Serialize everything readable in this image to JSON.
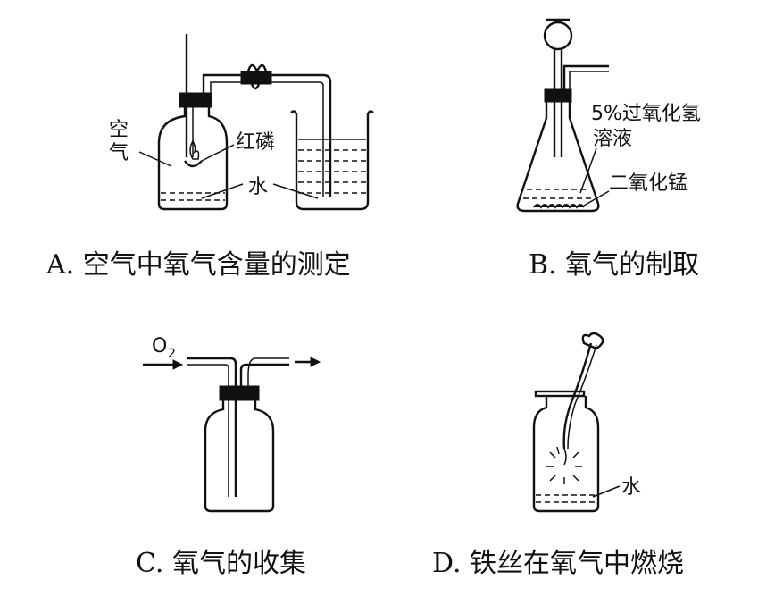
{
  "panels": {
    "a": {
      "caption": "A. 空气中氧气含量的测定",
      "label_air_1": "空",
      "label_air_2": "气",
      "label_phosphorus": "红磷",
      "label_water": "水"
    },
    "b": {
      "caption": "B. 氧气的制取",
      "label_peroxide_1": "5%过氧化氢",
      "label_peroxide_2": "溶液",
      "label_mno2": "二氧化锰"
    },
    "c": {
      "caption": "C. 氧气的收集",
      "label_gas": "O",
      "label_gas_sub": "2"
    },
    "d": {
      "caption": "D. 铁丝在氧气中燃烧",
      "label_water": "水"
    }
  }
}
